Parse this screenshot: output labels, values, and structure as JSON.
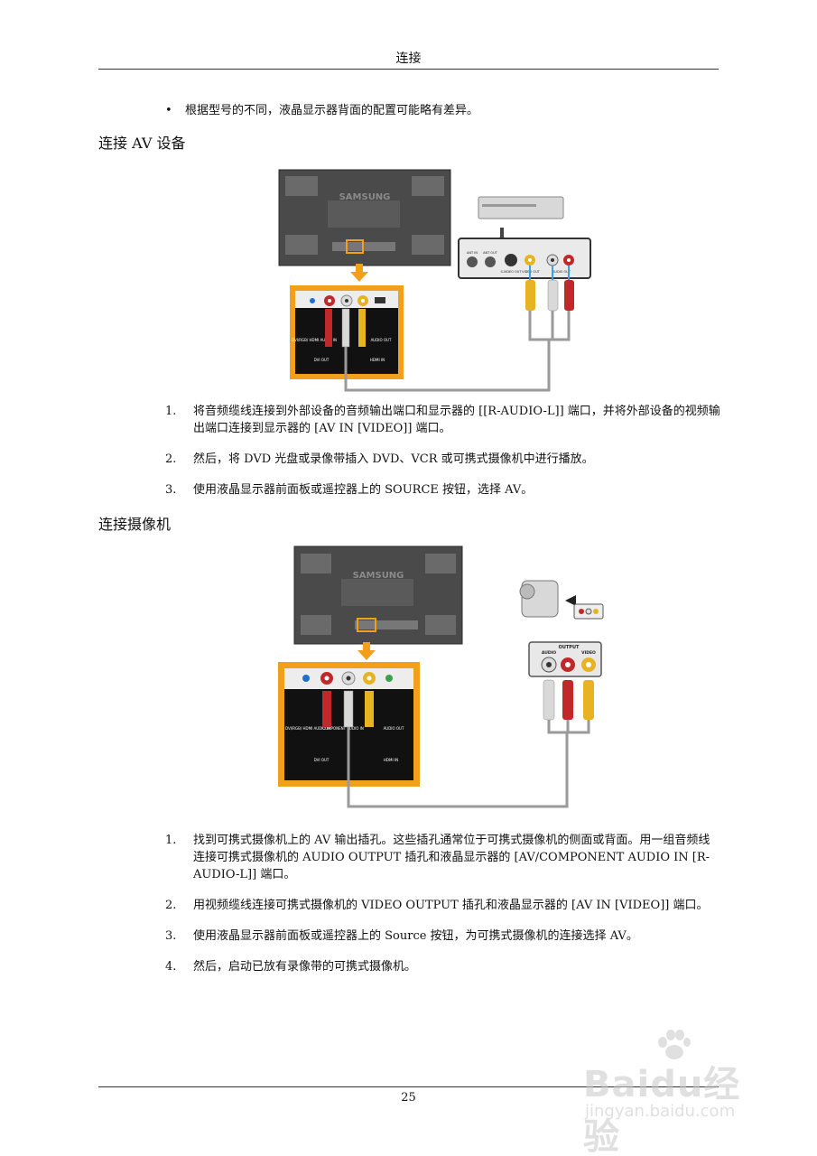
{
  "header": {
    "title": "连接"
  },
  "note": {
    "bullet": "•",
    "text": "根据型号的不同，液晶显示器背面的配置可能略有差异。"
  },
  "section1": {
    "heading": "连接 AV 设备",
    "steps": [
      {
        "num": "1.",
        "text": "将音频缆线连接到外部设备的音频输出端口和显示器的 [[R-AUDIO-L]] 端口，并将外部设备的视频输出端口连接到显示器的 [AV IN [VIDEO]] 端口。"
      },
      {
        "num": "2.",
        "text": "然后，将 DVD 光盘或录像带插入 DVD、VCR 或可携式摄像机中进行播放。"
      },
      {
        "num": "3.",
        "text": "使用液晶显示器前面板或遥控器上的 SOURCE 按钮，选择 AV。"
      }
    ]
  },
  "section2": {
    "heading": "连接摄像机",
    "steps": [
      {
        "num": "1.",
        "text": "找到可携式摄像机上的 AV 输出插孔。这些插孔通常位于可携式摄像机的侧面或背面。用一组音频线连接可携式摄像机的 AUDIO OUTPUT 插孔和液晶显示器的 [AV/COMPONENT AUDIO IN [R-AUDIO-L]] 端口。"
      },
      {
        "num": "2.",
        "text": "用视频缆线连接可携式摄像机的 VIDEO OUTPUT 插孔和液晶显示器的 [AV IN [VIDEO]] 端口。"
      },
      {
        "num": "3.",
        "text": "使用液晶显示器前面板或遥控器上的 Source 按钮，为可携式摄像机的连接选择 AV。"
      },
      {
        "num": "4.",
        "text": "然后，启动已放有录像带的可携式摄像机。"
      }
    ]
  },
  "figure1": {
    "monitor_brand": "SAMSUNG",
    "panel_labels": [
      "DVI/RGB/ HDMI AUDIO IN",
      "AUDIO OUT",
      "DVI OUT",
      "HDMI IN"
    ],
    "device_labels": [
      "ANT IN",
      "ANT OUT",
      "S-VIDEO OUT",
      "VIDEO OUT",
      "AUDIO OUT"
    ]
  },
  "figure2": {
    "monitor_brand": "SAMSUNG",
    "panel_labels": [
      "DVI/RGB/ HDMI AUDIO IN",
      "COMPONENT AUDIO IN",
      "AUDIO OUT",
      "DVI OUT",
      "HDMI IN"
    ],
    "device_labels": [
      "OUTPUT",
      "AUDIO",
      "VIDEO"
    ]
  },
  "footer": {
    "page_number": "25"
  },
  "watermark": {
    "brand": "Baidu经验",
    "url": "jingyan.baidu.com"
  },
  "colors": {
    "accent_orange": "#f2a01c",
    "cable_red": "#c0282a",
    "cable_yellow": "#e8b323",
    "cable_white": "#d9d9d9"
  }
}
